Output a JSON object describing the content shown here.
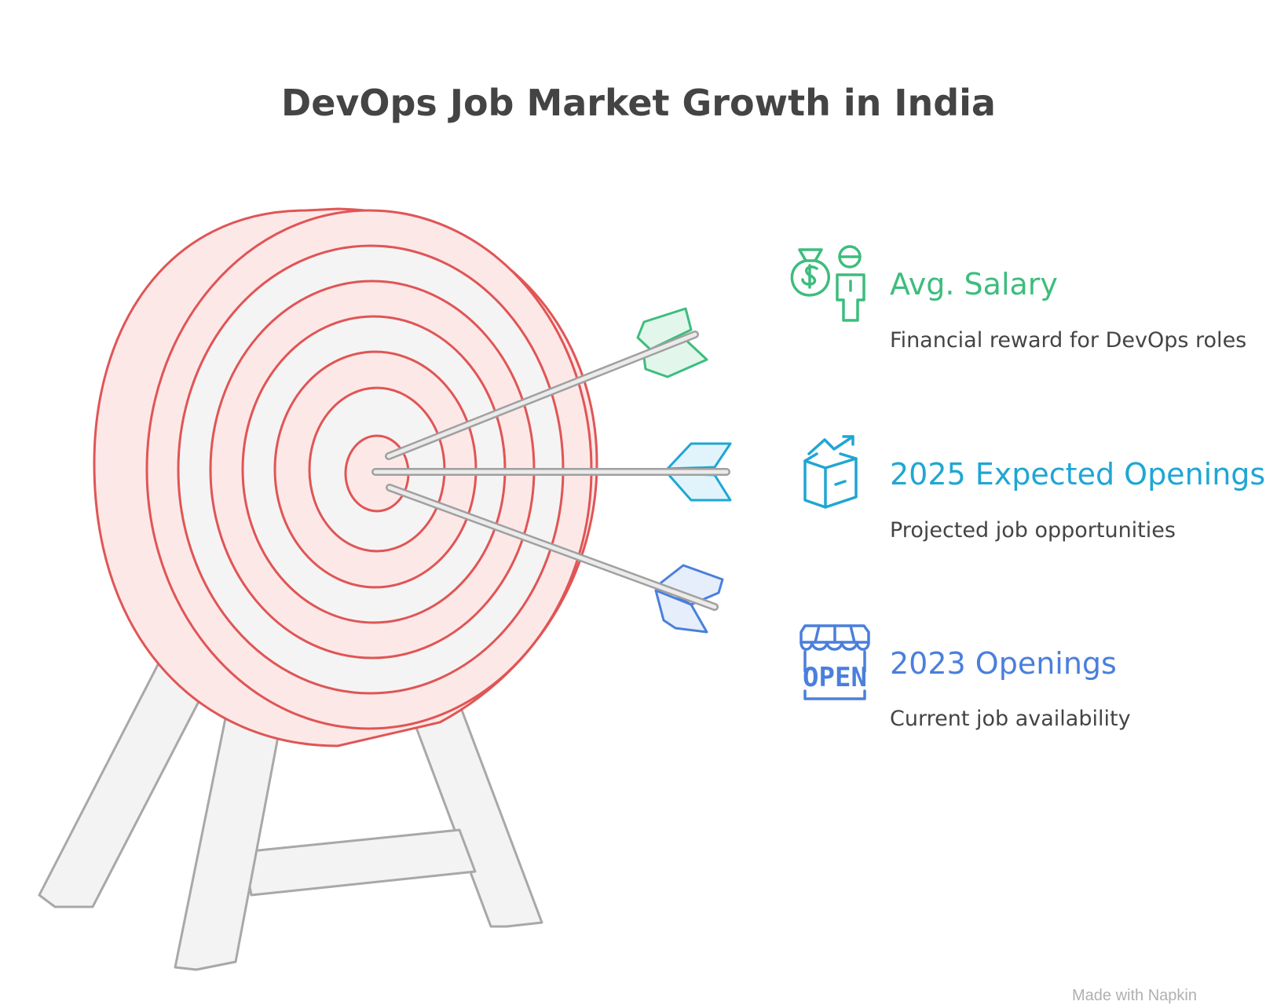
{
  "title": "DevOps Job Market Growth in India",
  "items": [
    {
      "heading": "Avg. Salary",
      "description": "Financial reward for DevOps roles",
      "color": "#3dbd7d",
      "icon": "money-bag-person-icon"
    },
    {
      "heading": "2025 Expected Openings",
      "description": "Projected job opportunities",
      "color": "#1fa6d4",
      "icon": "box-trend-icon"
    },
    {
      "heading": "2023 Openings",
      "description": "Current job availability",
      "color": "#4a7fdc",
      "icon": "open-store-icon"
    }
  ],
  "icon_text": {
    "open_sign": "OPEN"
  },
  "watermark": "Made with Napkin",
  "colors": {
    "target_stroke": "#e05555",
    "target_fill": "#fde8e8",
    "ring_gray": "#f4f4f4",
    "stand": "#a8a8a8"
  }
}
